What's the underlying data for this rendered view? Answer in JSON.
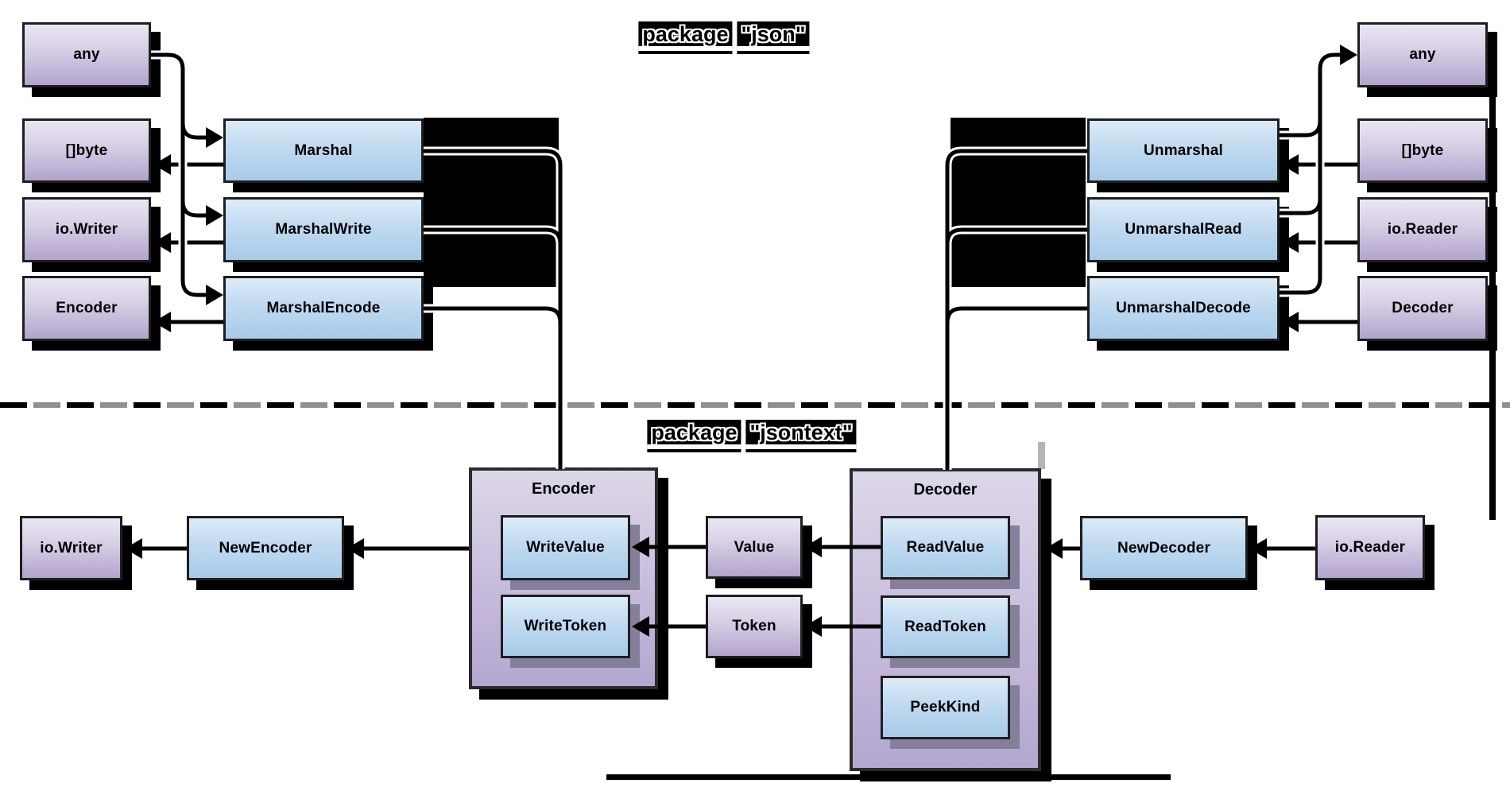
{
  "titles": {
    "json": [
      "package",
      "\"json\""
    ],
    "jsontext": [
      "package",
      "\"jsontext\""
    ]
  },
  "json_package": {
    "left_types": {
      "any": "any",
      "bytes": "[]byte",
      "io_writer": "io.Writer",
      "encoder": "Encoder"
    },
    "marshal_functions": {
      "marshal": "Marshal",
      "marshal_write": "MarshalWrite",
      "marshal_encode": "MarshalEncode"
    },
    "unmarshal_functions": {
      "unmarshal": "Unmarshal",
      "unmarshal_read": "UnmarshalRead",
      "unmarshal_decode": "UnmarshalDecode"
    },
    "right_types": {
      "any": "any",
      "bytes": "[]byte",
      "io_reader": "io.Reader",
      "decoder": "Decoder"
    }
  },
  "jsontext_package": {
    "encoder": {
      "title": "Encoder",
      "write_value": "WriteValue",
      "write_token": "WriteToken"
    },
    "decoder": {
      "title": "Decoder",
      "read_value": "ReadValue",
      "read_token": "ReadToken",
      "peek_kind": "PeekKind"
    },
    "value": "Value",
    "token": "Token",
    "io_writer": "io.Writer",
    "io_reader": "io.Reader",
    "new_encoder": "NewEncoder",
    "new_decoder": "NewDecoder"
  },
  "colors": {
    "type_box_top": "#eae6f3",
    "type_box_bottom": "#b2a4cd",
    "func_box_top": "#dcecf8",
    "func_box_bottom": "#a6cbe9",
    "container_top": "#ddd7e9",
    "container_bottom": "#b4a7d0",
    "box_shadow": "#000000",
    "inner_box_shadow": "#85809a",
    "divider_gray": "#909090",
    "border": "#1e1e1e",
    "background": "#ffffff"
  }
}
